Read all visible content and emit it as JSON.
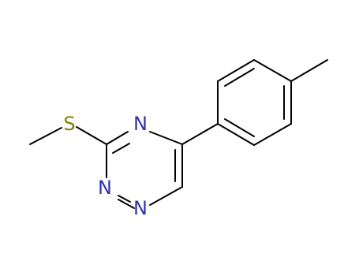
{
  "molecule": {
    "atoms": {
      "sulfur": {
        "symbol": "S",
        "color": "#808000"
      },
      "n_top": {
        "symbol": "N",
        "color": "#3333aa"
      },
      "n_mid": {
        "symbol": "N",
        "color": "#3333aa"
      },
      "n_bottom": {
        "symbol": "N",
        "color": "#3333aa"
      }
    },
    "bond_color": "#000000"
  }
}
